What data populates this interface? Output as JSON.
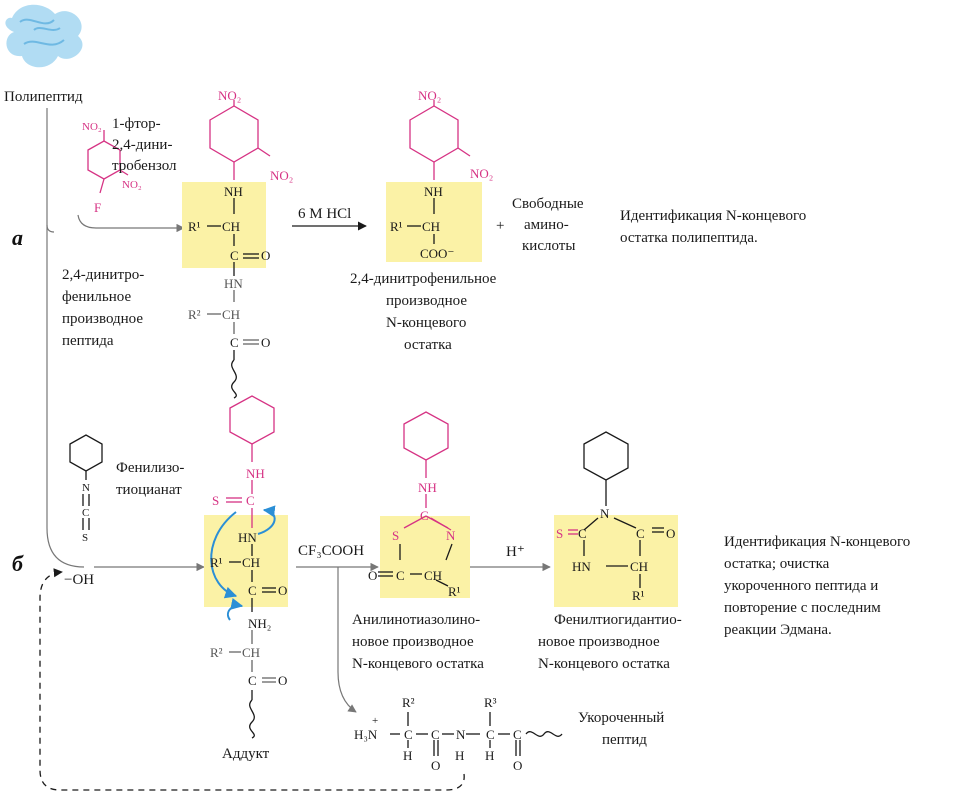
{
  "start": {
    "label": "Полипептид"
  },
  "panels": {
    "a": "а",
    "b": "б"
  },
  "reagent_a": {
    "line1": "1-фтор-",
    "line2": "2,4-дини-",
    "line3": "тробензол",
    "f": "F",
    "no2": "NO₂"
  },
  "dnp_peptide": {
    "line1": "2,4-динитро-",
    "line2": "фенильное",
    "line3": "производное",
    "line4": "пептида"
  },
  "hydrolysis": {
    "label": "6 M HCl"
  },
  "plus": "+",
  "free_aa": {
    "line1": "Свободные",
    "line2": "амино-",
    "line3": "кислоты"
  },
  "dnp_residue": {
    "line1": "2,4-динитрофенильное",
    "line2": "производное",
    "line3": "N-концевого",
    "line4": "остатка"
  },
  "ident_a": {
    "line1": "Идентификация N-концевого",
    "line2": "остатка полипептида."
  },
  "reagent_b": {
    "line1": "Фенилизо-",
    "line2": "тиоцианат",
    "n": "N",
    "c": "C",
    "s": "S"
  },
  "oh": "−OH",
  "acid": "CF₃COOH",
  "h_plus": "H⁺",
  "adduct": {
    "label": "Аддукт"
  },
  "atz": {
    "line1": "Анилинотиазолино-",
    "line2": "новое производное",
    "line3": "N-концевого остатка"
  },
  "pth": {
    "line1": "Фенилтиогидантио-",
    "line2": "новое производное",
    "line3": "N-концевого остатка"
  },
  "ident_b": {
    "line1": "Идентификация N-концевого",
    "line2": "остатка; очистка",
    "line3": "укороченного пептида и",
    "line4": "повторение с последним",
    "line5": "реакции Эдмана."
  },
  "short_peptide": {
    "line1": "Укороченный",
    "line2": "пептид"
  },
  "atoms": {
    "nh": "NH",
    "hn": "HN",
    "r1": "R¹",
    "r2": "R²",
    "r3": "R³",
    "ch": "CH",
    "c": "C",
    "o": "O",
    "n": "N",
    "s": "S",
    "h": "H",
    "coo": "COO⁻",
    "nh2": "NH₂",
    "h3n": "H₃N",
    "plus": "+"
  }
}
